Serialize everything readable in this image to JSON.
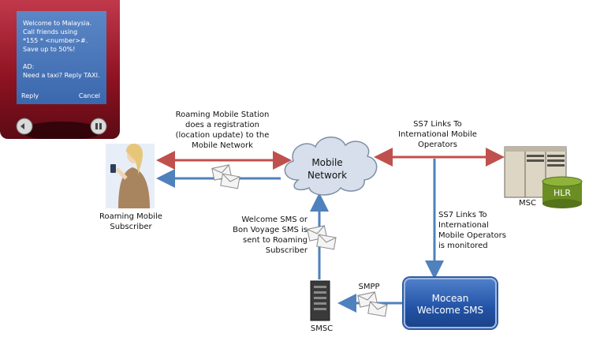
{
  "phone": {
    "message_lines": [
      "Welcome to Malaysia.",
      "Call friends using",
      "*155 * <number>#.",
      "Save up to 50%!",
      "",
      "AD:",
      "Need a taxi? Reply TAXI."
    ],
    "softkey_left": "Reply",
    "softkey_right": "Cancel"
  },
  "subscriber": {
    "label_line1": "Roaming Mobile",
    "label_line2": "Subscriber"
  },
  "registration_note": [
    "Roaming Mobile Station",
    "does a registration",
    "(location update) to the",
    "Mobile Network"
  ],
  "cloud": {
    "line1": "Mobile",
    "line2": "Network"
  },
  "ss7_top": [
    "SS7 Links To",
    "International Mobile",
    "Operators"
  ],
  "msc": {
    "label": "MSC"
  },
  "hlr": {
    "label": "HLR"
  },
  "ss7_monitored": [
    "SS7 Links To",
    "International",
    "Mobile Operators",
    "is monitored"
  ],
  "welcome_note": [
    "Welcome SMS or",
    "Bon Voyage SMS is",
    "sent to Roaming",
    "Subscriber"
  ],
  "smpp": {
    "label": "SMPP"
  },
  "smsc": {
    "label": "SMSC"
  },
  "mocean": {
    "line1": "Mocean",
    "line2": "Welcome SMS"
  },
  "colors": {
    "red_arrow": "#c0504d",
    "blue_arrow": "#4f81bd",
    "cloud_fill": "#d6dfeb",
    "hlr_green": "#6b8e23",
    "mocean_blue": "#2253a6"
  }
}
